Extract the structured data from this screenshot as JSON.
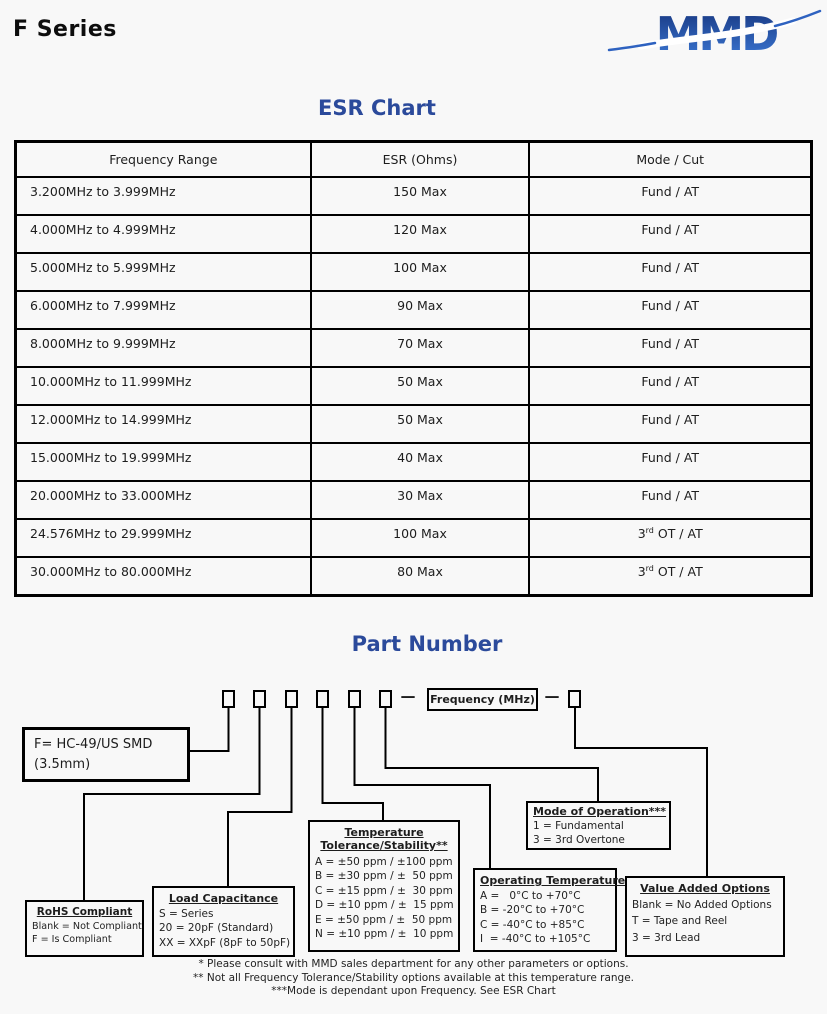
{
  "page": {
    "title": "F Series"
  },
  "logo": {
    "text": "MMD"
  },
  "esr_chart": {
    "title": "ESR Chart",
    "columns": [
      "Frequency Range",
      "ESR (Ohms)",
      "Mode / Cut"
    ],
    "rows": [
      {
        "range": "3.200MHz to 3.999MHz",
        "esr": "150 Max",
        "mode": {
          "pre": "Fund / AT",
          "sup": "",
          "post": ""
        }
      },
      {
        "range": "4.000MHz to 4.999MHz",
        "esr": "120 Max",
        "mode": {
          "pre": "Fund / AT",
          "sup": "",
          "post": ""
        }
      },
      {
        "range": "5.000MHz to 5.999MHz",
        "esr": "100 Max",
        "mode": {
          "pre": "Fund / AT",
          "sup": "",
          "post": ""
        }
      },
      {
        "range": "6.000MHz to 7.999MHz",
        "esr": "90 Max",
        "mode": {
          "pre": "Fund / AT",
          "sup": "",
          "post": ""
        }
      },
      {
        "range": "8.000MHz to 9.999MHz",
        "esr": "70 Max",
        "mode": {
          "pre": "Fund / AT",
          "sup": "",
          "post": ""
        }
      },
      {
        "range": "10.000MHz to 11.999MHz",
        "esr": "50 Max",
        "mode": {
          "pre": "Fund / AT",
          "sup": "",
          "post": ""
        }
      },
      {
        "range": "12.000MHz to 14.999MHz",
        "esr": "50 Max",
        "mode": {
          "pre": "Fund / AT",
          "sup": "",
          "post": ""
        }
      },
      {
        "range": "15.000MHz to 19.999MHz",
        "esr": "40 Max",
        "mode": {
          "pre": "Fund / AT",
          "sup": "",
          "post": ""
        }
      },
      {
        "range": "20.000MHz to 33.000MHz",
        "esr": "30 Max",
        "mode": {
          "pre": "Fund / AT",
          "sup": "",
          "post": ""
        }
      },
      {
        "range": "24.576MHz to 29.999MHz",
        "esr": "100 Max",
        "mode": {
          "pre": "3",
          "sup": "rd",
          "post": " OT / AT"
        }
      },
      {
        "range": "30.000MHz to 80.000MHz",
        "esr": "80 Max",
        "mode": {
          "pre": "3",
          "sup": "rd",
          "post": " OT / AT"
        }
      }
    ]
  },
  "part_number": {
    "title": "Part Number",
    "frequency_label": "Frequency (MHz)",
    "separator": "—",
    "series_box": {
      "lines": [
        "F= HC-49/US SMD",
        "(3.5mm)"
      ]
    },
    "rohs_box": {
      "title": "RoHS Compliant",
      "options": [
        "Blank = Not Compliant",
        "F = Is Compliant"
      ]
    },
    "load_box": {
      "title": "Load Capacitance",
      "options": [
        "S = Series",
        "20 = 20pF (Standard)",
        "XX = XXpF (8pF to 50pF)"
      ]
    },
    "temp_box": {
      "title_line1": "Temperature",
      "title_line2": "Tolerance/Stability**",
      "options": [
        "A = ±50 ppm / ±100 ppm",
        "B = ±30 ppm / ±  50 ppm",
        "C = ±15 ppm / ±  30 ppm",
        "D = ±10 ppm / ±  15 ppm",
        "E = ±50 ppm / ±  50 ppm",
        "N = ±10 ppm / ±  10 ppm"
      ]
    },
    "optemp_box": {
      "title": "Operating Temperature",
      "options": [
        "A =   0°C to +70°C",
        "B = -20°C to +70°C",
        "C = -40°C to +85°C",
        "I  = -40°C to +105°C"
      ]
    },
    "mode_box": {
      "title": "Mode of Operation***",
      "options": [
        "1 = Fundamental",
        "3 = 3rd Overtone"
      ]
    },
    "value_box": {
      "title": "Value Added Options",
      "options": [
        "Blank = No Added Options",
        "T = Tape and Reel",
        "3 = 3rd Lead"
      ]
    },
    "footnotes": [
      "* Please consult with MMD sales department for any other parameters or options.",
      "** Not all Frequency Tolerance/Stability options available at this temperature range.",
      "***Mode is dependant upon Frequency. See ESR Chart"
    ]
  },
  "colors": {
    "section_title_blue": "#2b4a9b",
    "logo_blue_dark": "#17367f",
    "logo_blue_light": "#3c79d6",
    "border_black": "#000000",
    "page_background": "#f8f8f8"
  }
}
